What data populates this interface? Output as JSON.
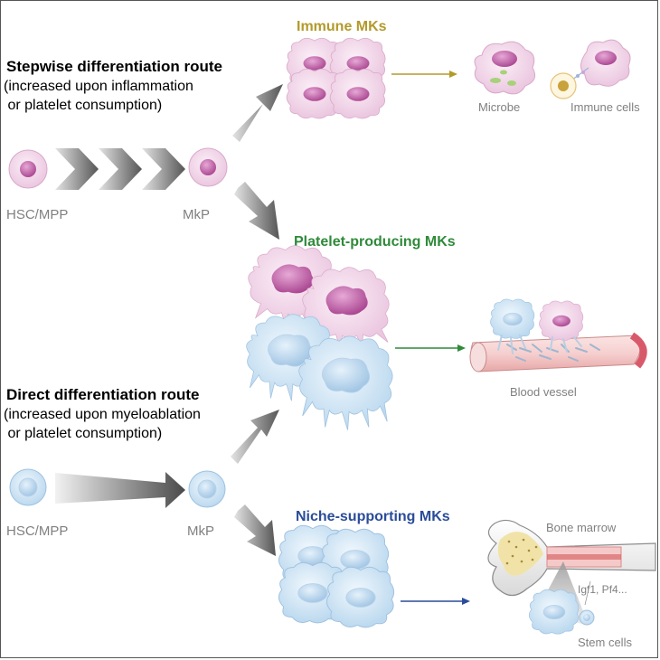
{
  "routes": {
    "stepwise": {
      "title": "Stepwise differentiation route",
      "line1": "(increased upon inflammation",
      "line2": " or platelet consumption)"
    },
    "direct": {
      "title": "Direct differentiation route",
      "line1": "(increased upon myeloablation",
      "line2": " or platelet consumption)"
    }
  },
  "cells": {
    "hsc_top": "HSC/MPP",
    "mkp_top": "MkP",
    "hsc_bottom": "HSC/MPP",
    "mkp_bottom": "MkP"
  },
  "groups": {
    "immune": "Immune MKs",
    "platelet": "Platelet-producing MKs",
    "niche": "Niche-supporting MKs"
  },
  "targets": {
    "microbe": "Microbe",
    "immune_cells": "Immune cells",
    "blood_vessel": "Blood vessel",
    "bone_marrow": "Bone marrow",
    "factors": "Igf1, Pf4...",
    "stem_cells": "Stem cells"
  },
  "colors": {
    "immune": "#b39a2a",
    "platelet": "#2f8a3a",
    "niche": "#2a4c99",
    "pink_cell": "#f3d7ea",
    "pink_nucleus": "#c064a8",
    "blue_cell": "#d9eaf7",
    "blue_nucleus": "#a9cbe8"
  }
}
